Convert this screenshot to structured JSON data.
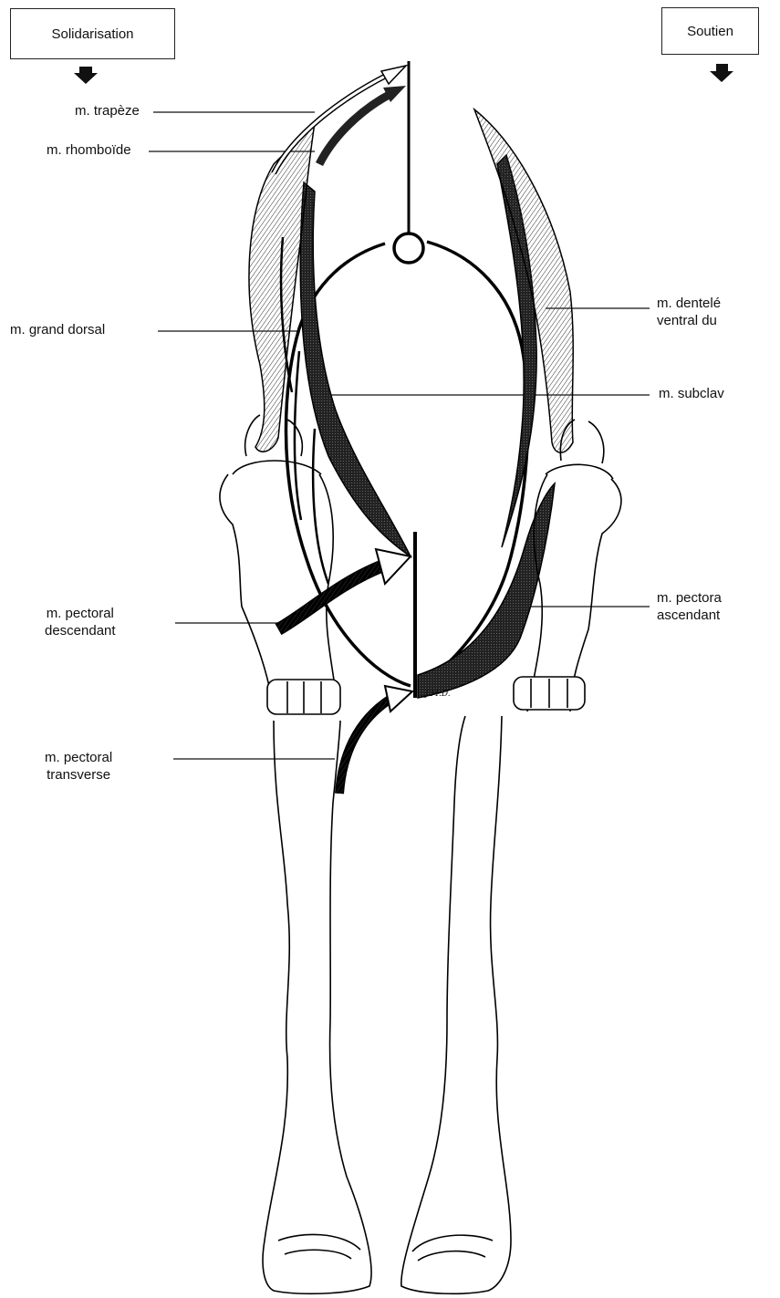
{
  "headers": {
    "left": "Solidarisation",
    "right": "Soutien"
  },
  "labels": {
    "trapeze": "m. trapèze",
    "rhomboide": "m. rhomboïde",
    "grand_dorsal": "m. grand dorsal",
    "pectoral_descendant_1": "m. pectoral",
    "pectoral_descendant_2": "descendant",
    "pectoral_transverse_1": "m. pectoral",
    "pectoral_transverse_2": "transverse",
    "dentele_1": "m. dentelé",
    "dentele_2": "ventral du",
    "subclavier": "m. subclav",
    "pectoral_ascendant_1": "m. pectora",
    "pectoral_ascendant_2": "ascendant"
  },
  "signature": "J.M.D."
}
